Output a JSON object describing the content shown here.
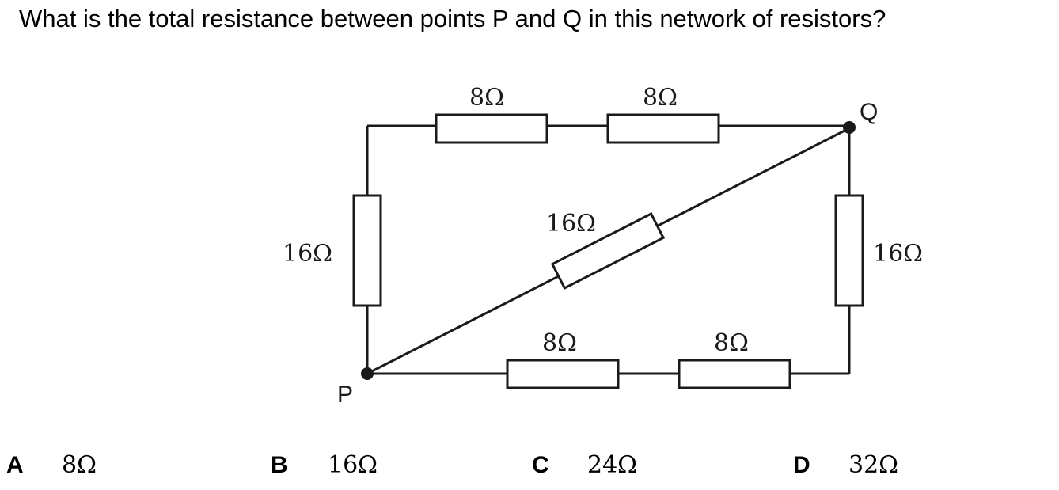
{
  "question": "What is the total resistance between points P and Q in this network of resistors?",
  "circuit": {
    "node_p": "P",
    "node_q": "Q",
    "resistors": {
      "top_left": "8Ω",
      "top_right": "8Ω",
      "left": "16Ω",
      "right": "16Ω",
      "diagonal": "16Ω",
      "bottom_left": "8Ω",
      "bottom_right": "8Ω"
    }
  },
  "options": [
    {
      "letter": "A",
      "value": "8Ω"
    },
    {
      "letter": "B",
      "value": "16Ω"
    },
    {
      "letter": "C",
      "value": "24Ω"
    },
    {
      "letter": "D",
      "value": "32Ω"
    }
  ]
}
